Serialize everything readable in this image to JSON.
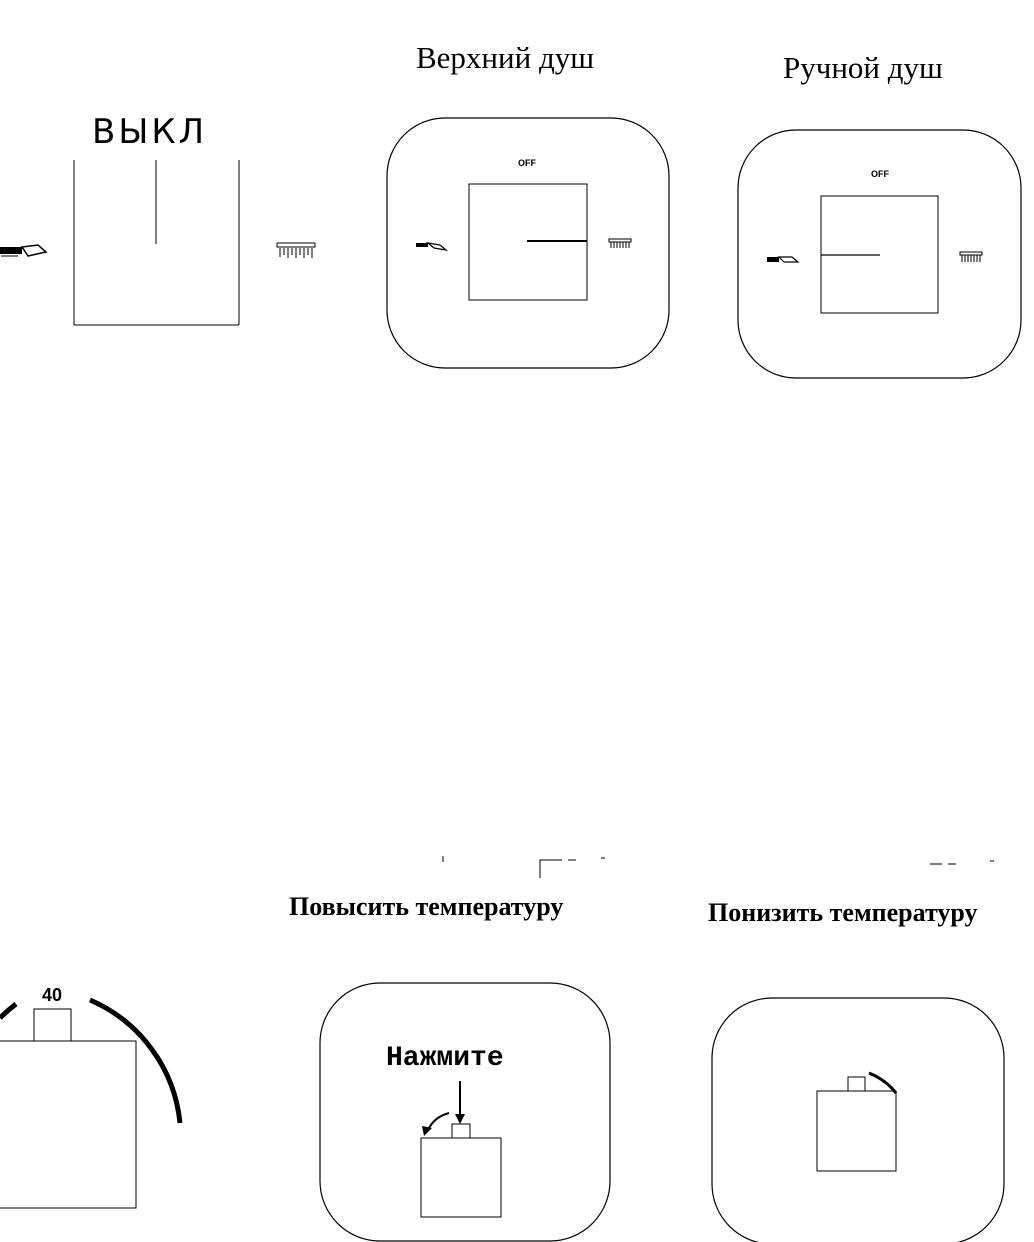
{
  "panels": {
    "off": {
      "title": "ВЫКЛ"
    },
    "overhead": {
      "title": "Верхний душ",
      "knob_label": "OFF"
    },
    "handheld": {
      "title": "Ручной душ",
      "knob_label": "OFF"
    },
    "temperature": {
      "value_label": "40"
    },
    "raise": {
      "title": "Повысить температуру",
      "hint": "Нажмите"
    },
    "lower": {
      "title": "Понизить температуру"
    }
  },
  "icons": {
    "hand_shower": "hand-shower-icon",
    "overhead_shower": "overhead-shower-icon",
    "arrow": "arrow-icon"
  },
  "colors": {
    "line": "#000000",
    "background": "#ffffff"
  }
}
